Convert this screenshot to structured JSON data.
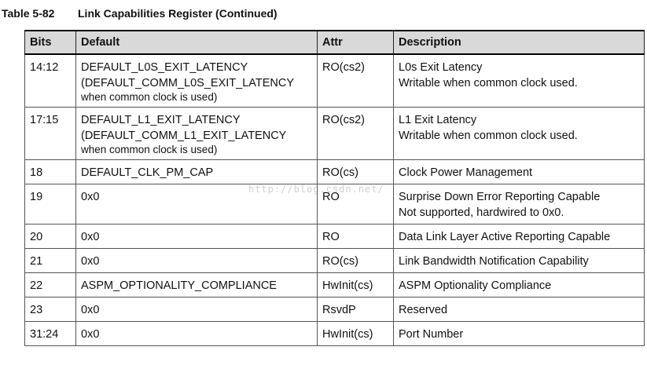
{
  "caption": {
    "number": "Table 5-82",
    "title": "Link Capabilities Register (Continued)"
  },
  "table": {
    "headers": {
      "bits": "Bits",
      "default": "Default",
      "attr": "Attr",
      "description": "Description"
    },
    "rows": [
      {
        "bits": "14:12",
        "default": [
          "DEFAULT_L0S_EXIT_LATENCY",
          "(DEFAULT_COMM_L0S_EXIT_LATENCY"
        ],
        "default_note": "when common clock is used)",
        "attr": "RO(cs2)",
        "description": [
          "L0s Exit Latency",
          "Writable when common clock used."
        ]
      },
      {
        "bits": "17:15",
        "default": [
          "DEFAULT_L1_EXIT_LATENCY",
          "(DEFAULT_COMM_L1_EXIT_LATENCY"
        ],
        "default_note": "when common clock is used)",
        "attr": "RO(cs2)",
        "description": [
          "L1 Exit Latency",
          "Writable when common clock used."
        ]
      },
      {
        "bits": "18",
        "default": [
          "DEFAULT_CLK_PM_CAP"
        ],
        "default_note": "",
        "attr": "RO(cs)",
        "description": [
          "Clock Power Management"
        ]
      },
      {
        "bits": "19",
        "default": [
          "0x0"
        ],
        "default_note": "",
        "attr": "RO",
        "description": [
          "Surprise Down Error Reporting Capable",
          "Not supported, hardwired to 0x0."
        ]
      },
      {
        "bits": "20",
        "default": [
          "0x0"
        ],
        "default_note": "",
        "attr": "RO",
        "description": [
          "Data Link Layer Active Reporting Capable"
        ]
      },
      {
        "bits": "21",
        "default": [
          "0x0"
        ],
        "default_note": "",
        "attr": "RO(cs)",
        "description": [
          "Link Bandwidth Notification Capability"
        ]
      },
      {
        "bits": "22",
        "default": [
          "ASPM_OPTIONALITY_COMPLIANCE"
        ],
        "default_note": "",
        "attr": "HwInit(cs)",
        "description": [
          "ASPM Optionality Compliance"
        ]
      },
      {
        "bits": "23",
        "default": [
          "0x0"
        ],
        "default_note": "",
        "attr": "RsvdP",
        "description": [
          "Reserved"
        ]
      },
      {
        "bits": "31:24",
        "default": [
          "0x0"
        ],
        "default_note": "",
        "attr": "HwInit(cs)",
        "description": [
          "Port Number"
        ]
      }
    ]
  },
  "watermark": "http://blog.csdn.net/"
}
